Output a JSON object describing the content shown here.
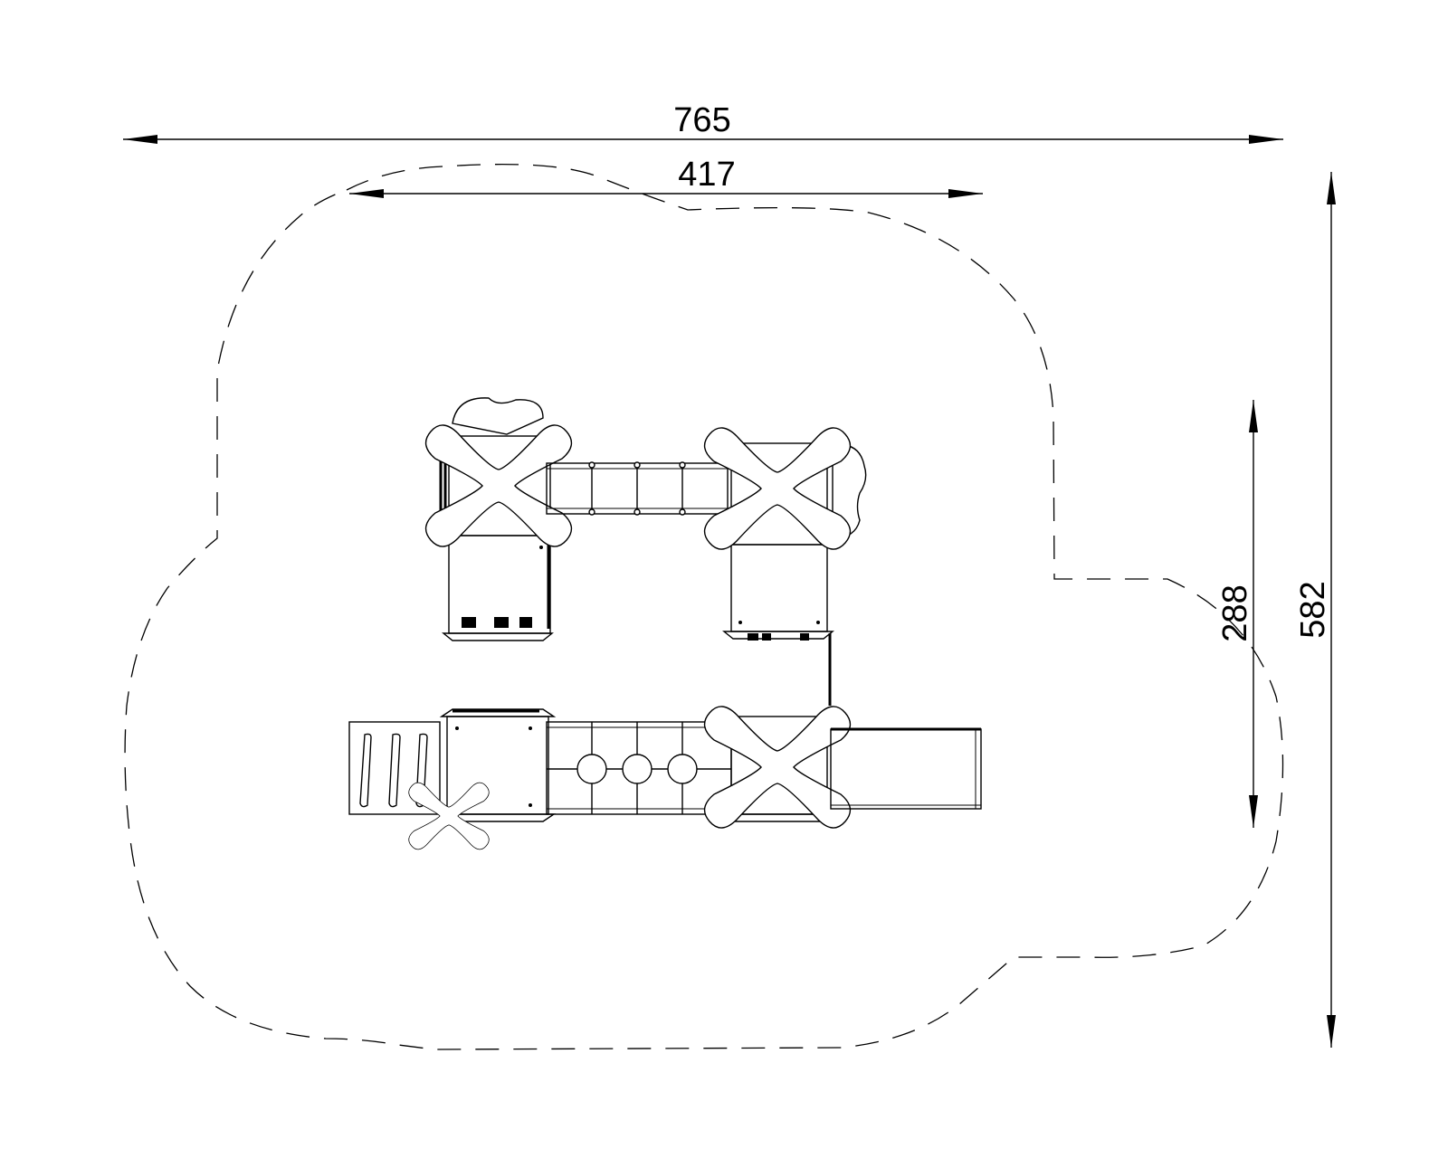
{
  "dimensions": {
    "overall_width": "765",
    "structure_width": "417",
    "structure_depth": "288",
    "overall_depth": "582"
  },
  "colors": {
    "line": "#000000",
    "background": "#ffffff"
  }
}
